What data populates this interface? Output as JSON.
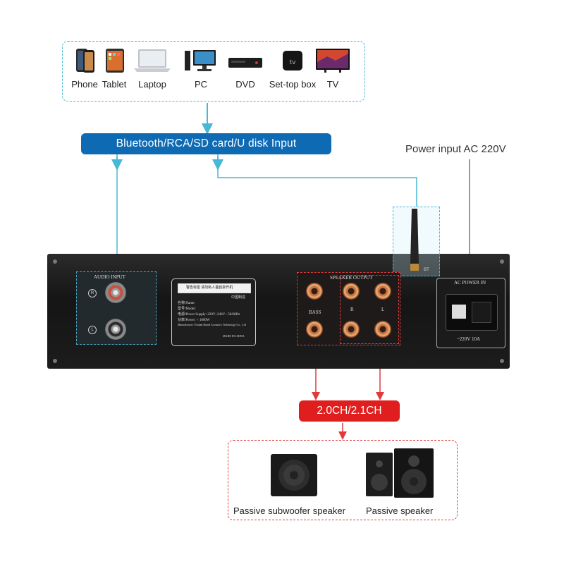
{
  "sources": {
    "devices": [
      {
        "icon": "phone-icon",
        "label": "Phone"
      },
      {
        "icon": "tablet-icon",
        "label": "Tablet"
      },
      {
        "icon": "laptop-icon",
        "label": "Laptop"
      },
      {
        "icon": "pc-icon",
        "label": "PC"
      },
      {
        "icon": "dvd-icon",
        "label": "DVD"
      },
      {
        "icon": "set-top-box-icon",
        "label": "Set-top box"
      },
      {
        "icon": "tv-icon",
        "label": "TV"
      }
    ]
  },
  "input_banner": "Bluetooth/RCA/SD card/U disk Input",
  "power_label": "Power input AC 220V",
  "amplifier": {
    "audio_input_label": "AUDIO INPUT",
    "channel_r": "R",
    "channel_l": "L",
    "speaker_output_label": "SPEAKER OUTPUT",
    "bass_label": "BASS",
    "r_label": "R",
    "l_label": "L",
    "ac_power_label": "AC POWER IN",
    "ac_rating": "~220V 10A",
    "bt_label": "BT",
    "plate": {
      "warning": "警告标签  请勿私人擅自拆开机",
      "name": "名称/Name:",
      "model": "型号/Model:",
      "supply": "电源/Power Supply:  220V~240V~ 50/60Hz",
      "power": "功率/Power:  < 1000W",
      "maker": "Manufacturer: Foshan Brand Acoustics Technology Co., Ltd",
      "made_in": "MADE IN CHINA",
      "brand": "中国制造"
    }
  },
  "output_banner": "2.0CH/2.1CH",
  "outputs": {
    "subwoofer_label": "Passive subwoofer speaker",
    "speaker_label": "Passive speaker"
  },
  "colors": {
    "blue_banner": "#0f6ab4",
    "red_banner": "#e01e1e",
    "cyan_dash": "#47b8d6",
    "red_dash": "#e03a3a"
  }
}
